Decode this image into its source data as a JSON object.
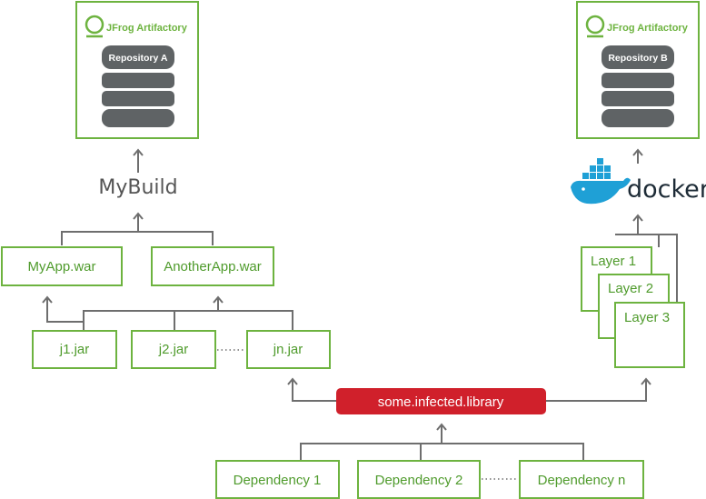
{
  "brand": {
    "name": "JFrog Artifactory"
  },
  "repositories": [
    {
      "label": "Repository A"
    },
    {
      "label": "Repository B"
    }
  ],
  "build": {
    "label": "MyBuild"
  },
  "docker": {
    "label": "docker",
    "accent": "#1fa0d6"
  },
  "apps": [
    {
      "label": "MyApp.war"
    },
    {
      "label": "AnotherApp.war"
    }
  ],
  "jars": [
    {
      "label": "j1.jar"
    },
    {
      "label": "j2.jar"
    },
    {
      "label": "jn.jar"
    }
  ],
  "layers": [
    {
      "label": "Layer 1"
    },
    {
      "label": "Layer 2"
    },
    {
      "label": "Layer 3"
    }
  ],
  "library": {
    "label": "some.infected.library",
    "color": "#d0202b"
  },
  "dependencies": [
    {
      "label": "Dependency 1"
    },
    {
      "label": "Dependency 2"
    },
    {
      "label": "Dependency n"
    }
  ],
  "colors": {
    "green": "#6db33f",
    "connector": "#6e6e6e",
    "database": "#5f6365"
  }
}
